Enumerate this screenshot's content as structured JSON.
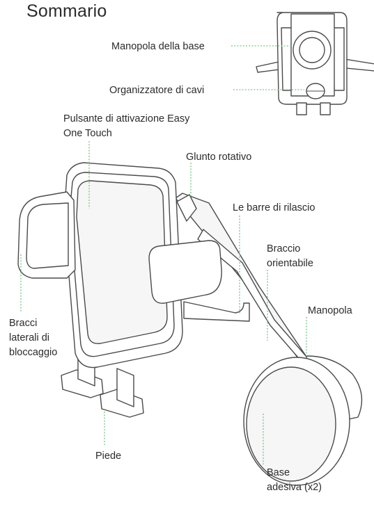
{
  "title": "Sommario",
  "labels": {
    "manopola_base": "Manopola della base",
    "organizzatore_cavi": "Organizzatore di cavi",
    "pulsante": "Pulsante di attivazione Easy\nOne Touch",
    "giunto": "Glunto rotativo",
    "barre": "Le barre di rilascio",
    "braccio": "Braccio\norientabile",
    "manopola": "Manopola",
    "bracci_laterali": "Bracci\nlaterali di\nbloccaggio",
    "piede": "Piede",
    "base_adesiva": "Base\nadesiva (x2)"
  },
  "colors": {
    "leader_line": "#8ccf9a",
    "outline": "#4a4a4a",
    "text": "#2b2b2b"
  }
}
